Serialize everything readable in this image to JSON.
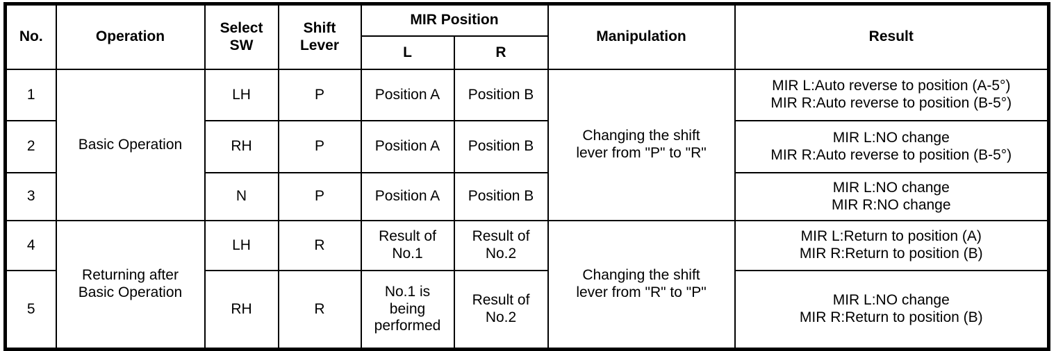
{
  "table": {
    "headers": {
      "no": "No.",
      "operation": "Operation",
      "select_sw_line1": "Select",
      "select_sw_line2": "SW",
      "shift_lever_line1": "Shift",
      "shift_lever_line2": "Lever",
      "mir_position": "MIR Position",
      "mir_l": "L",
      "mir_r": "R",
      "manipulation": "Manipulation",
      "result": "Result"
    },
    "operations": {
      "basic": "Basic Operation",
      "returning_line1": "Returning after",
      "returning_line2": "Basic Operation"
    },
    "manipulations": {
      "p_to_r_line1": "Changing the shift",
      "p_to_r_line2": "lever from \"P\" to \"R\"",
      "r_to_p_line1": "Changing the shift",
      "r_to_p_line2": "lever from \"R\" to \"P\""
    },
    "rows": [
      {
        "no": "1",
        "select_sw": "LH",
        "shift_lever": "P",
        "mir_l": "Position A",
        "mir_r": "Position B",
        "result_line1": "MIR L:Auto reverse to position (A-5°)",
        "result_line2": "MIR R:Auto reverse to position (B-5°)"
      },
      {
        "no": "2",
        "select_sw": "RH",
        "shift_lever": "P",
        "mir_l": "Position A",
        "mir_r": "Position B",
        "result_line1": "MIR L:NO change",
        "result_line2": "MIR R:Auto reverse to position (B-5°)"
      },
      {
        "no": "3",
        "select_sw": "N",
        "shift_lever": "P",
        "mir_l": "Position A",
        "mir_r": "Position B",
        "result_line1": "MIR L:NO change",
        "result_line2": "MIR R:NO change"
      },
      {
        "no": "4",
        "select_sw": "LH",
        "shift_lever": "R",
        "mir_l_line1": "Result of",
        "mir_l_line2": "No.1",
        "mir_r_line1": "Result of",
        "mir_r_line2": "No.2",
        "result_line1": "MIR L:Return to position (A)",
        "result_line2": "MIR R:Return to position (B)"
      },
      {
        "no": "5",
        "select_sw": "RH",
        "shift_lever": "R",
        "mir_l_line1": "No.1 is",
        "mir_l_line2": "being",
        "mir_l_line3": "performed",
        "mir_r_line1": "Result of",
        "mir_r_line2": "No.2",
        "result_line1": "MIR L:NO change",
        "result_line2": "MIR R:Return to position (B)"
      }
    ]
  }
}
